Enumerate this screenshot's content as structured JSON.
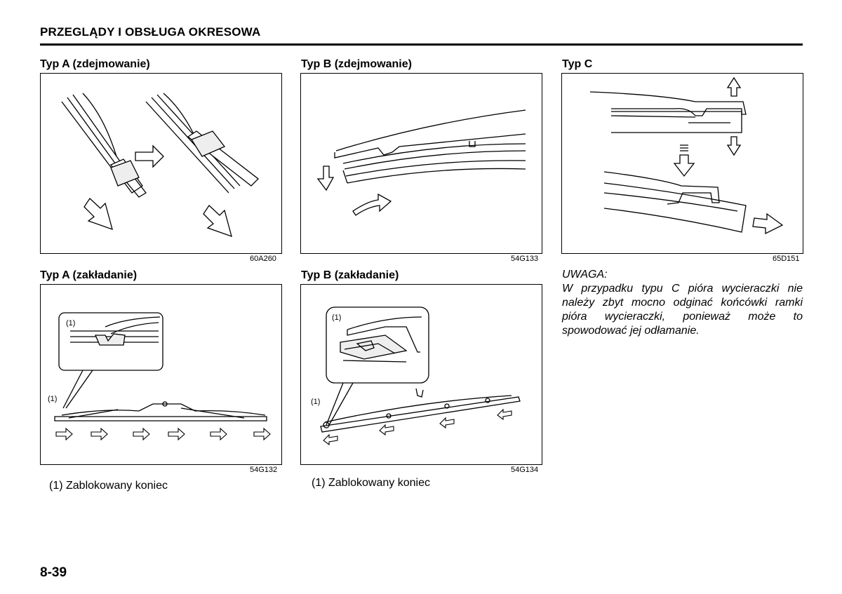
{
  "header": {
    "title": "PRZEGLĄDY I OBSŁUGA OKRESOWA"
  },
  "figures": [
    {
      "caption": "Typ A (zdejmowanie)",
      "code": "60A260"
    },
    {
      "caption": "Typ B (zdejmowanie)",
      "code": "54G133"
    },
    {
      "caption": "Typ C",
      "code": "65D151"
    },
    {
      "caption": "Typ A (zakładanie)",
      "code": "54G132",
      "callout": "(1)",
      "legend": "(1)  Zablokowany koniec"
    },
    {
      "caption": "Typ B (zakładanie)",
      "code": "54G134",
      "callout": "(1)",
      "legend": "(1)  Zablokowany koniec"
    }
  ],
  "note": {
    "title": "UWAGA:",
    "body": "W przypadku typu C pióra wycieraczki nie należy zbyt mocno odginać końcówki ramki pióra wycieraczki, ponieważ może to spowodować jej odłamanie."
  },
  "page": {
    "number": "8-39"
  }
}
